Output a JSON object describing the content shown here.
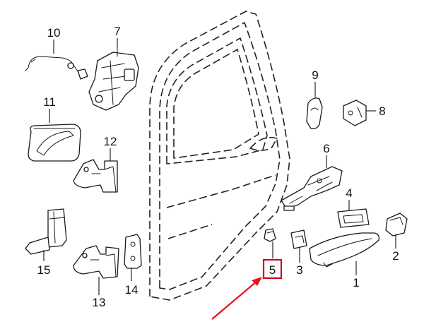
{
  "diagram": {
    "callouts": [
      {
        "id": "1",
        "label": "1"
      },
      {
        "id": "2",
        "label": "2"
      },
      {
        "id": "3",
        "label": "3"
      },
      {
        "id": "4",
        "label": "4"
      },
      {
        "id": "5",
        "label": "5",
        "highlighted": true
      },
      {
        "id": "6",
        "label": "6"
      },
      {
        "id": "7",
        "label": "7"
      },
      {
        "id": "8",
        "label": "8"
      },
      {
        "id": "9",
        "label": "9"
      },
      {
        "id": "10",
        "label": "10"
      },
      {
        "id": "11",
        "label": "11"
      },
      {
        "id": "12",
        "label": "12"
      },
      {
        "id": "13",
        "label": "13"
      },
      {
        "id": "14",
        "label": "14"
      },
      {
        "id": "15",
        "label": "15"
      }
    ],
    "highlight_color": "#d0021b",
    "pointer_color": "#e8121c"
  }
}
